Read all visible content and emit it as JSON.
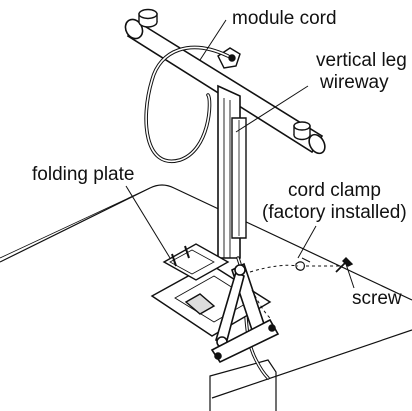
{
  "labels": {
    "module_cord": "module cord",
    "vertical_leg_line1": "vertical leg",
    "vertical_leg_line2": "wireway",
    "folding_plate": "folding plate",
    "cord_clamp_line1": "cord clamp",
    "cord_clamp_line2": "(factory installed)",
    "screw": "screw"
  }
}
